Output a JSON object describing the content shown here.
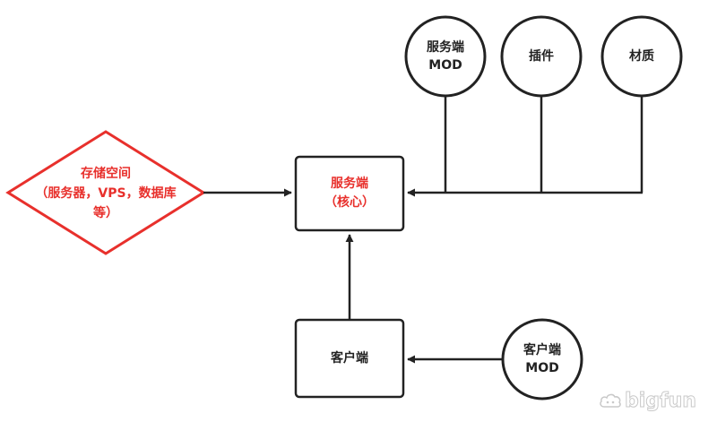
{
  "nodes": {
    "server_mod": {
      "line1": "服务端",
      "line2": "MOD"
    },
    "plugin": {
      "label": "插件"
    },
    "material": {
      "label": "材质"
    },
    "storage": {
      "line1": "存储空间",
      "line2": "（服务器，VPS，数据库",
      "line3": "等）"
    },
    "server_core": {
      "line1": "服务端",
      "line2": "（核心）"
    },
    "client": {
      "label": "客户端"
    },
    "client_mod": {
      "line1": "客户端",
      "line2": "MOD"
    }
  },
  "watermark": {
    "text": "bigfun"
  },
  "colors": {
    "line": "#222222",
    "highlight": "#e8302c",
    "background": "#ffffff"
  }
}
